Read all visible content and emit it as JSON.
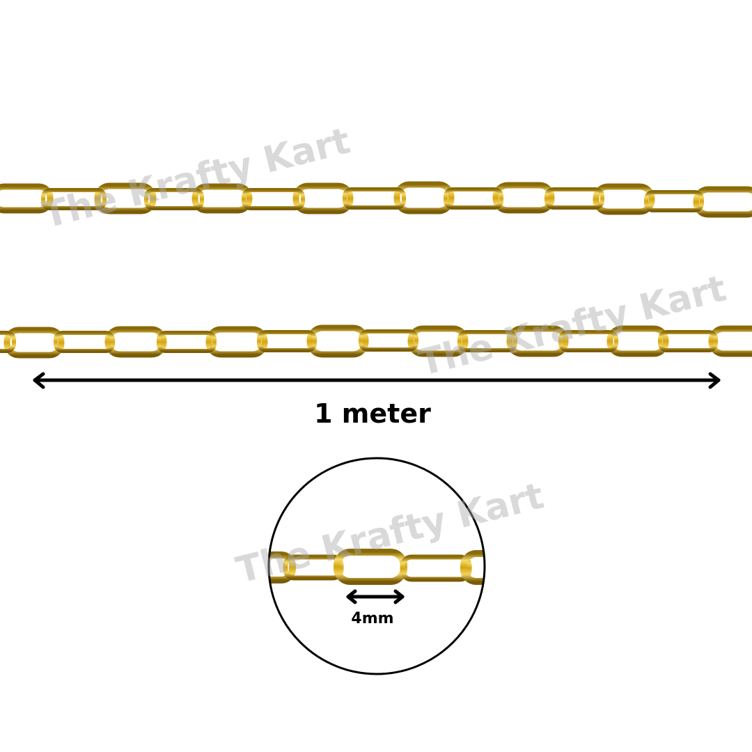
{
  "product": {
    "length_label": "1 meter",
    "link_size_label": "4mm"
  },
  "watermark": {
    "text": "The Krafty Kart"
  },
  "colors": {
    "background": "#ffffff",
    "gold_light": "#f4d35e",
    "gold_mid": "#d4a514",
    "gold_dark": "#8a6a08",
    "annotation": "#000000",
    "watermark": "#aaaaaa"
  },
  "icons": {
    "length_arrow": "double-headed-arrow-icon",
    "size_arrow": "double-headed-arrow-icon",
    "magnifier": "circle-loupe"
  }
}
